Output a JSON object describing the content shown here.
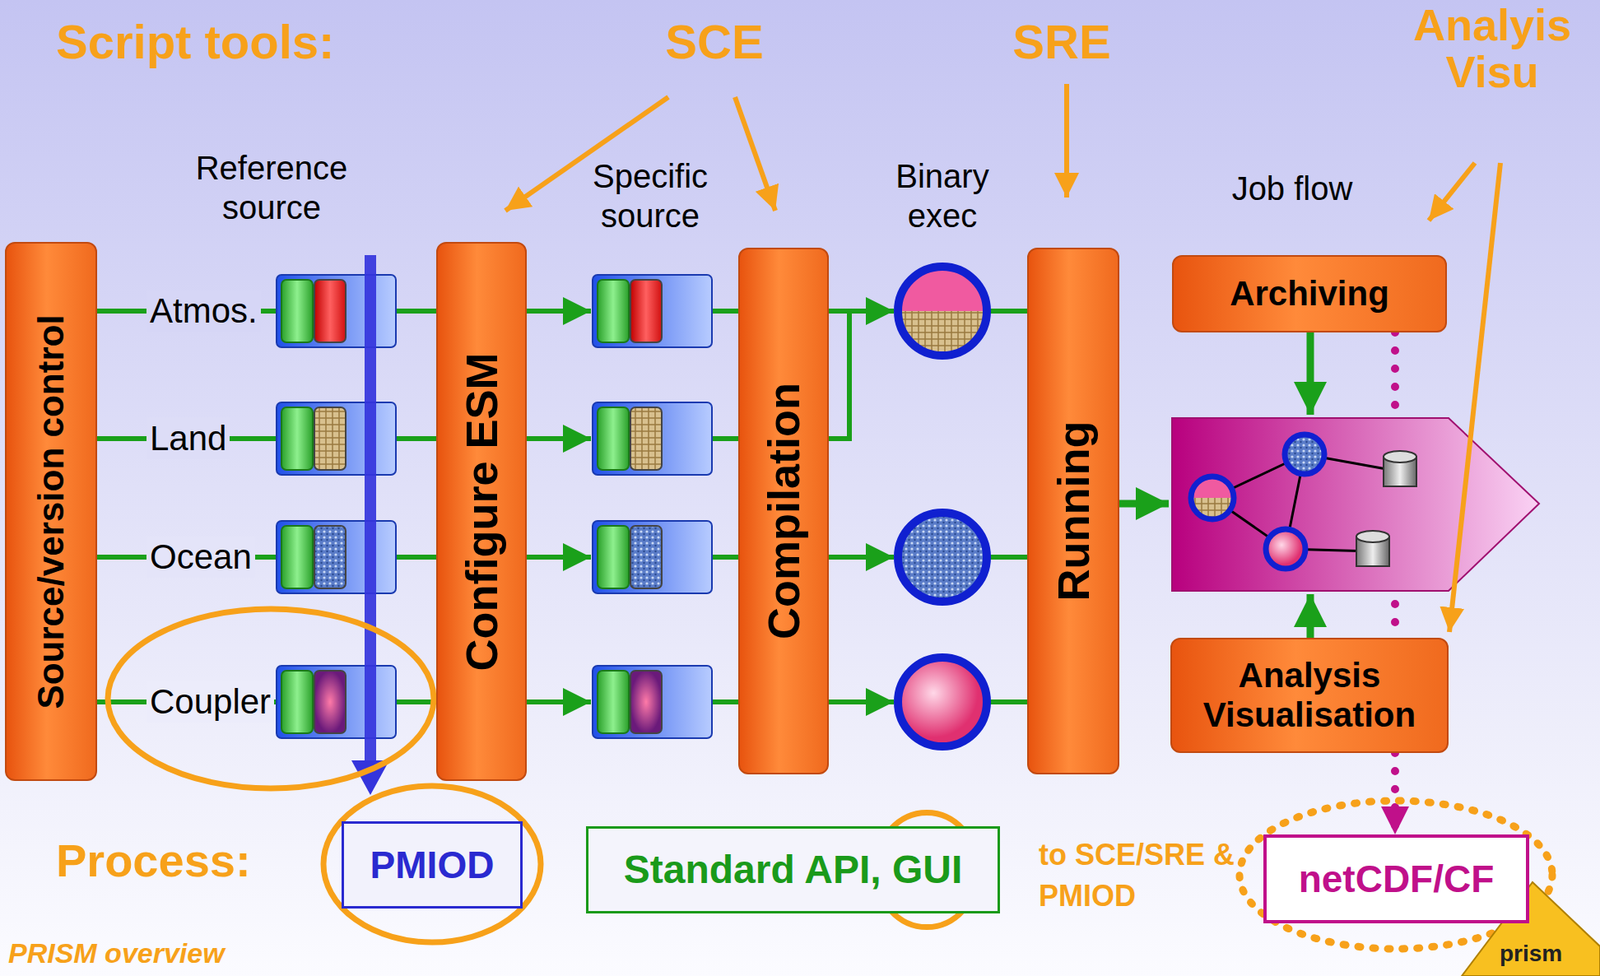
{
  "diagram": {
    "caption": "PRISM overview",
    "nodes": [
      {
        "text": [
          "Source/version control"
        ]
      },
      {
        "text": [
          "Configure ESM"
        ]
      },
      {
        "text": [
          "Compilation"
        ]
      },
      {
        "text": [
          "Running"
        ]
      },
      {
        "text": [
          "Archiving"
        ]
      },
      {
        "text": [
          "Analysis Visualisation"
        ]
      },
      {
        "text": [
          "PMIOD"
        ]
      },
      {
        "text": [
          "Standard API, GUI"
        ]
      },
      {
        "text": [
          "netCDF/CF"
        ]
      }
    ],
    "edges": [
      {
        "from": 0,
        "to": 1,
        "label": "Atmos.",
        "arrow": "none"
      },
      {
        "from": 0,
        "to": 1,
        "label": "Land",
        "arrow": "none"
      },
      {
        "from": 0,
        "to": 1,
        "label": "Ocean",
        "arrow": "none"
      },
      {
        "from": 0,
        "to": 1,
        "label": "Coupler",
        "arrow": "none"
      },
      {
        "from": 4,
        "to": 5,
        "arrow": "none"
      },
      {
        "from": 5,
        "to": 8,
        "arrow": "to"
      }
    ],
    "labels": [
      "Script tools:",
      "SCE",
      "SRE",
      "Analyis Visu",
      "Reference source",
      "Specific source",
      "Binary exec",
      "Job flow",
      "Process:",
      "to SCE/SRE & PMIOD",
      "prism"
    ]
  }
}
